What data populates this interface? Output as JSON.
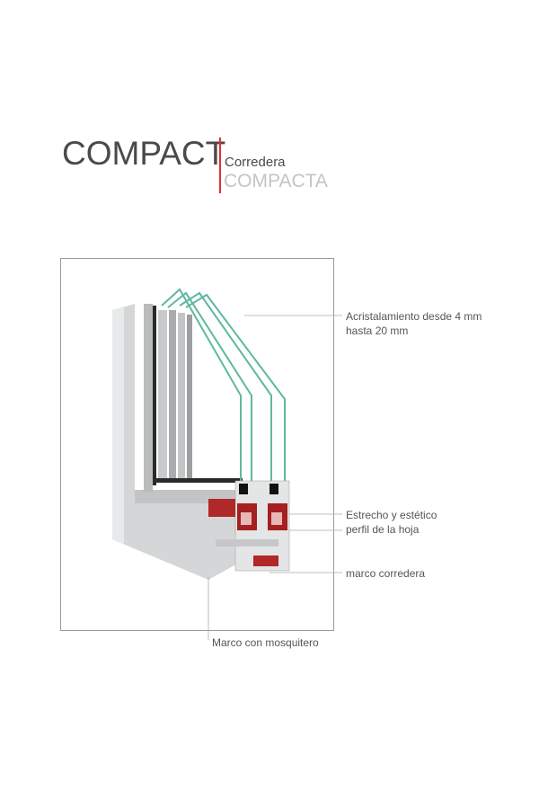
{
  "header": {
    "title": "COMPACT",
    "subtitle": "Corredera",
    "subtitle2": "COMPACTA",
    "accent_color": "#e03030"
  },
  "callouts": {
    "glazing": [
      "Acristalamiento desde 4 mm",
      "hasta 20 mm"
    ],
    "sash": [
      "Estrecho y estético",
      "perfil de la hoja"
    ],
    "frame": "marco corredera",
    "mosquito": "Marco con mosquitero"
  }
}
